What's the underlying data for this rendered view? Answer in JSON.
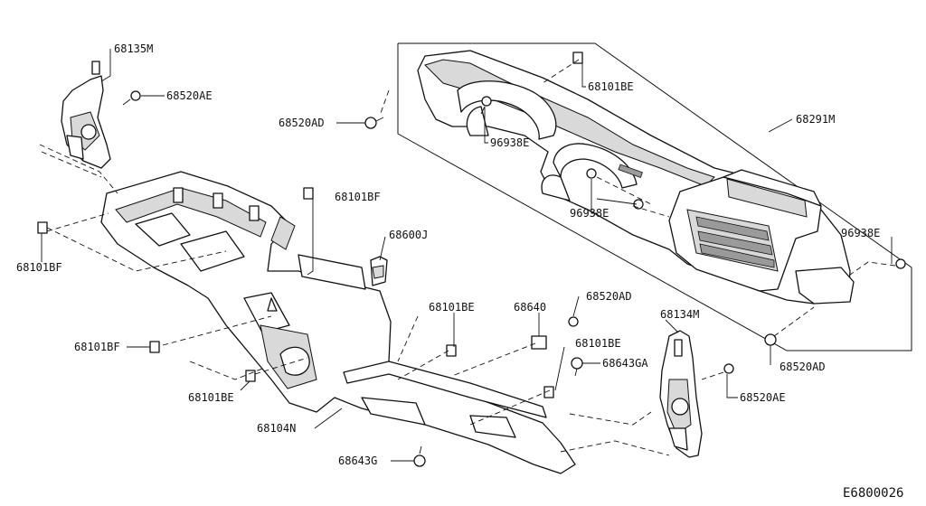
{
  "diagram_code": "E6800026",
  "labels": {
    "l68135M": "68135M",
    "l68520AE_top": "68520AE",
    "l68520AD_top": "68520AD",
    "l68101BE_top": "68101BE",
    "l68291M": "68291M",
    "l96938E_a": "96938E",
    "l96938E_b": "96938E",
    "l96938E_c": "96938E",
    "l68101BF_mid": "68101BF",
    "l68101BF_left": "68101BF",
    "l68600J": "68600J",
    "l68101BF_low": "68101BF",
    "l68101BE_mid": "68101BE",
    "l68640": "68640",
    "l68520AD_mid": "68520AD",
    "l68134M": "68134M",
    "l68101BE_right": "68101BE",
    "l68643GA": "68643GA",
    "l68101BE_low": "68101BE",
    "l68104N": "68104N",
    "l68520AE_right": "68520AE",
    "l68520AD_right": "68520AD",
    "l68643G": "68643G"
  }
}
